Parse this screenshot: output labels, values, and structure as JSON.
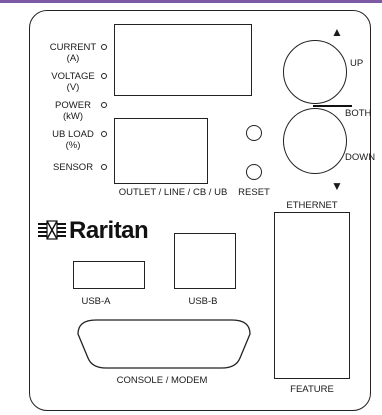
{
  "indicators": [
    {
      "line1": "CURRENT",
      "line2": "(A)"
    },
    {
      "line1": "VOLTAGE",
      "line2": "(V)"
    },
    {
      "line1": "POWER",
      "line2": "(kW)"
    },
    {
      "line1": "UB LOAD",
      "line2": "(%)"
    },
    {
      "line1": "SENSOR",
      "line2": ""
    }
  ],
  "labels": {
    "outlet_line": "OUTLET / LINE / CB / UB",
    "reset": "RESET",
    "up": "UP",
    "both": "BOTH",
    "down": "DOWN",
    "ethernet": "ETHERNET",
    "feature": "FEATURE",
    "usb_a": "USB-A",
    "usb_b": "USB-B",
    "console": "CONSOLE / MODEM",
    "brand": "Raritan"
  },
  "icons": {
    "up_arrow": "triangle-up-icon",
    "down_arrow": "triangle-down-icon",
    "logo_mark": "raritan-logo-icon"
  },
  "colors": {
    "accent_bar": "#7d5aa6",
    "line": "#222222"
  }
}
